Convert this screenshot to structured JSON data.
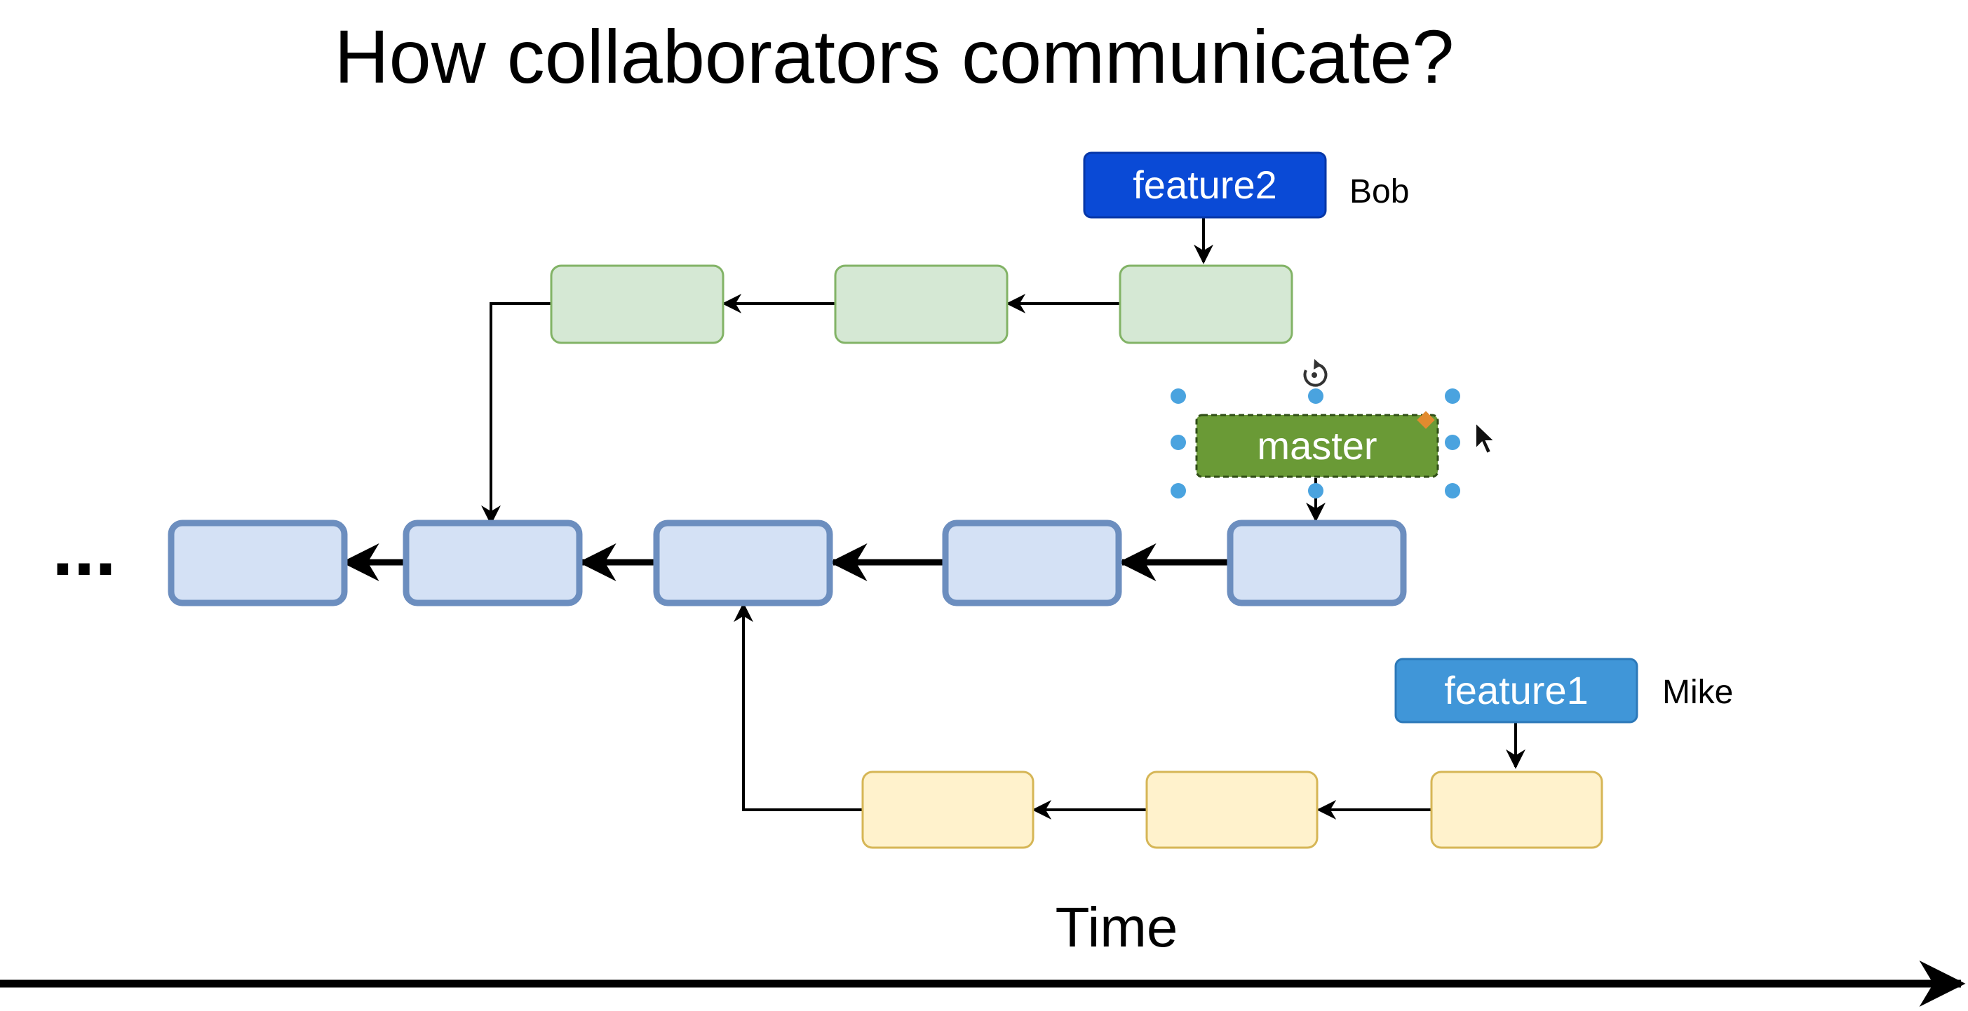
{
  "title": "How collaborators communicate?",
  "ellipsis": "...",
  "axis": {
    "label": "Time"
  },
  "branches": {
    "feature2": {
      "label": "feature2",
      "owner": "Bob"
    },
    "master": {
      "label": "master"
    },
    "feature1": {
      "label": "feature1",
      "owner": "Mike"
    }
  },
  "colors": {
    "main_commit_fill": "#d4e1f5",
    "main_commit_stroke": "#6c8ebf",
    "feature2_commit_fill": "#d5e8d4",
    "feature2_commit_stroke": "#82b366",
    "feature1_commit_fill": "#fff2cc",
    "feature1_commit_stroke": "#d6b656",
    "feature2_label": "#0a4ad6",
    "master_label": "#6a9a36",
    "feature1_label": "#4096d8",
    "selection_handle": "#4aa3df",
    "selection_corner": "#e28b2f"
  },
  "icons": {
    "rotate": "rotate-icon",
    "cursor": "cursor-arrow-icon"
  }
}
